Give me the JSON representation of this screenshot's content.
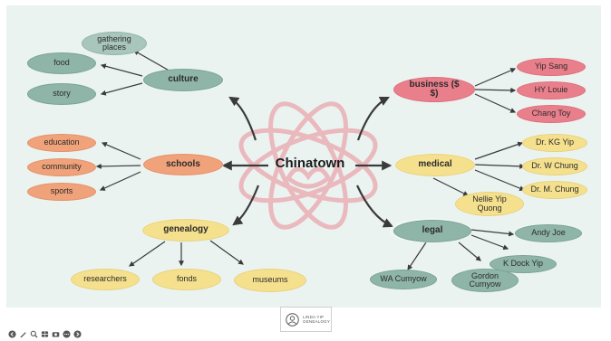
{
  "diagram": {
    "center": "Chinatown",
    "branches": {
      "culture": {
        "label": "culture",
        "items": [
          "gathering places",
          "food",
          "story"
        ]
      },
      "schools": {
        "label": "schools",
        "items": [
          "education",
          "community",
          "sports"
        ]
      },
      "genealogy": {
        "label": "genealogy",
        "items": [
          "researchers",
          "fonds",
          "museums"
        ]
      },
      "business": {
        "label": "business ($ $)",
        "items": [
          "Yip Sang",
          "HY Louie",
          "Chang Toy"
        ]
      },
      "medical": {
        "label": "medical",
        "items": [
          "Dr. KG Yip",
          "Dr. W Chung",
          "Dr. M. Chung",
          "Nellie Yip Quong"
        ]
      },
      "legal": {
        "label": "legal",
        "items": [
          "Andy Joe",
          "K Dock Yip",
          "WA Cumyow",
          "Gordon Cumyow"
        ]
      }
    }
  },
  "logo": {
    "line1": "LINDA YIP",
    "line2": "GENEALOGY"
  },
  "toolbar": {
    "icons": [
      "previous-slide-icon",
      "pen-icon",
      "zoom-icon",
      "slides-grid-icon",
      "camera-icon",
      "more-options-icon",
      "next-slide-icon"
    ]
  },
  "colors": {
    "background": "#eaf3f0",
    "teal": "#8fb5a8",
    "orange": "#f0a27a",
    "pink": "#ea7f8c",
    "yellow": "#f5e08e",
    "center_motif": "#e9b3b9",
    "arrows": "#3a3a3a"
  }
}
